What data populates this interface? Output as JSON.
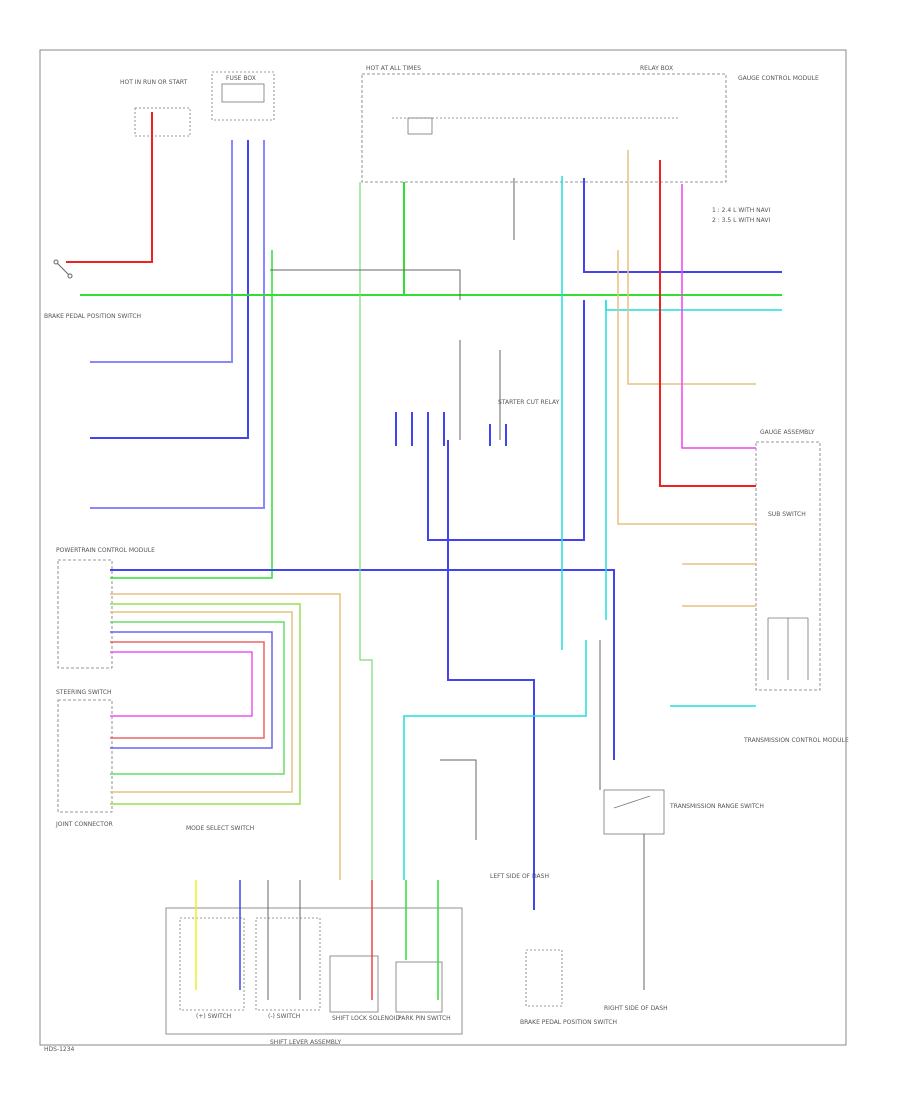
{
  "labels": {
    "hot_run_start": "HOT IN RUN OR START",
    "fuse_box": "FUSE BOX",
    "hot_at_all": "HOT AT ALL TIMES",
    "relay_box": "RELAY BOX",
    "shift_lock_solenoid": "SHIFT LOCK SOLENOID",
    "park_pin_switch": "PARK PIN SWITCH",
    "shift_lever_assembly": "SHIFT LEVER ASSEMBLY",
    "sub_switch": "SUB SWITCH",
    "tcm": "TRANSMISSION CONTROL MODULE",
    "pcm": "POWERTRAIN CONTROL MODULE",
    "gauge_control_module": "GAUGE CONTROL MODULE",
    "starter_cut_relay": "STARTER CUT RELAY",
    "brake_pedal_position_switch": "BRAKE PEDAL POSITION SWITCH",
    "transmission_range_switch": "TRANSMISSION RANGE SWITCH",
    "ground_right_dash": "RIGHT SIDE OF DASH",
    "ground_left_dash": "LEFT SIDE OF DASH",
    "joint_connector": "JOINT CONNECTOR",
    "gauge_assembly": "GAUGE ASSEMBLY",
    "mode_select": "MODE SELECT SWITCH",
    "steering_switch": "STEERING SWITCH",
    "plus_switch": "(+) SWITCH",
    "minus_switch": "(-) SWITCH",
    "legend_1": "1 : 2.4 L WITH NAVI",
    "legend_2": "2 : 3.5 L WITH NAVI",
    "footer_code": "HDS-1234"
  },
  "wire_colors": {
    "red": "#ee2222",
    "green": "#33dd33",
    "blue": "#4444ee",
    "cyan": "#22dddd",
    "magenta": "#ee44ee",
    "yellow": "#eeee22",
    "tan": "#e8c080",
    "gray": "#555555"
  }
}
